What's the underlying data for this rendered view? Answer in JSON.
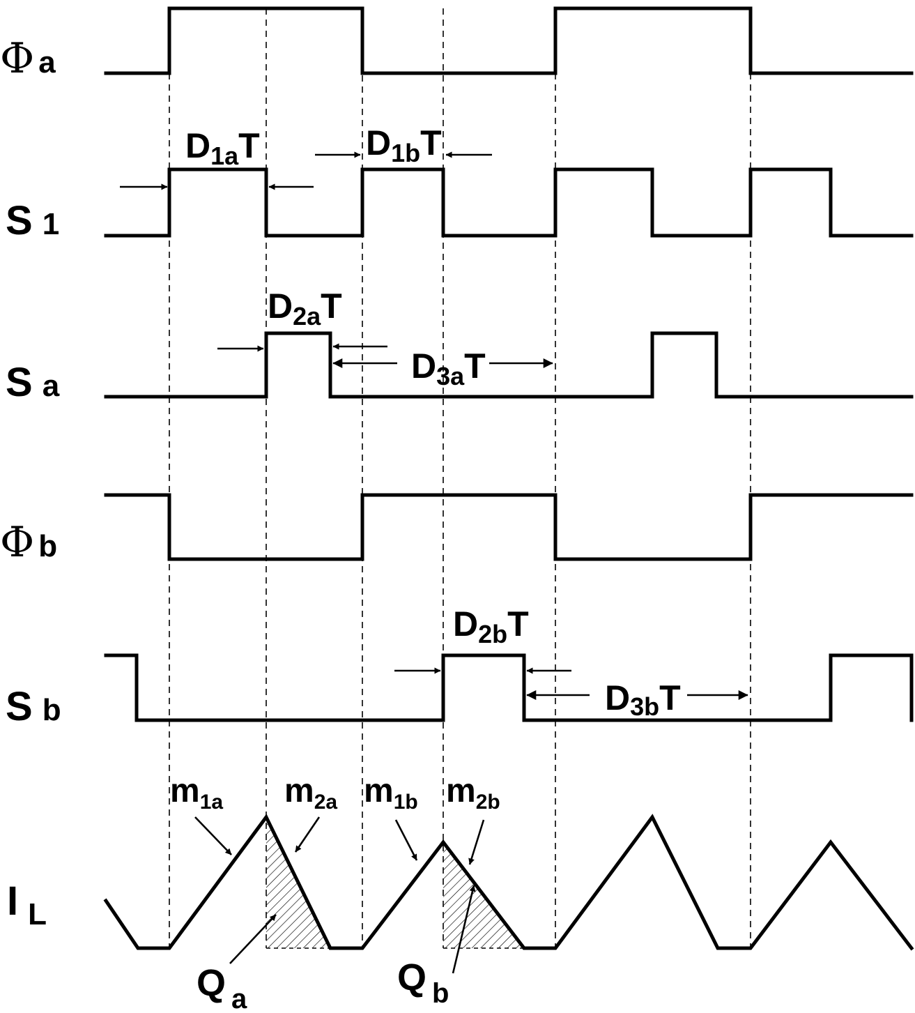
{
  "rows": [
    {
      "id": "phi-a",
      "sym": "Φ",
      "sub": "a",
      "kind": "phi"
    },
    {
      "id": "s1",
      "sym": "S",
      "sub": "1",
      "kind": "text"
    },
    {
      "id": "sa",
      "sym": "S",
      "sub": "a",
      "kind": "text"
    },
    {
      "id": "phi-b",
      "sym": "Φ",
      "sub": "b",
      "kind": "phi"
    },
    {
      "id": "sb",
      "sym": "S",
      "sub": "b",
      "kind": "text"
    },
    {
      "id": "il",
      "sym": "I",
      "sub": "L",
      "kind": "text"
    }
  ],
  "annotations": {
    "d1a": {
      "pre": "D",
      "sub": "1a",
      "post": "T"
    },
    "d1b": {
      "pre": "D",
      "sub": "1b",
      "post": "T"
    },
    "d2a": {
      "pre": "D",
      "sub": "2a",
      "post": "T"
    },
    "d3a": {
      "pre": "D",
      "sub": "3a",
      "post": "T"
    },
    "d2b": {
      "pre": "D",
      "sub": "2b",
      "post": "T"
    },
    "d3b": {
      "pre": "D",
      "sub": "3b",
      "post": "T"
    }
  },
  "slopes": {
    "m1a": {
      "pre": "m",
      "sub": "1a"
    },
    "m2a": {
      "pre": "m",
      "sub": "2a"
    },
    "m1b": {
      "pre": "m",
      "sub": "1b"
    },
    "m2b": {
      "pre": "m",
      "sub": "2b"
    }
  },
  "charges": {
    "qa": {
      "pre": "Q",
      "sub": "a"
    },
    "qb": {
      "pre": "Q",
      "sub": "b"
    }
  }
}
